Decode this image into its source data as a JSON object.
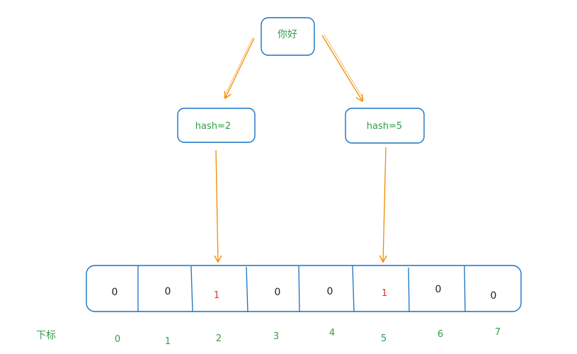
{
  "root": {
    "text": "你好"
  },
  "hashes": [
    {
      "text": "hash=2",
      "target": 2
    },
    {
      "text": "hash=5",
      "target": 5
    }
  ],
  "array": {
    "values": [
      "0",
      "0",
      "1",
      "0",
      "0",
      "1",
      "0",
      "0"
    ],
    "highlight": [
      2,
      5
    ]
  },
  "index_label": "下标",
  "indices": [
    "0",
    "1",
    "2",
    "3",
    "4",
    "5",
    "6",
    "7"
  ],
  "colors": {
    "box_stroke": "#1971c2",
    "arrow": "#f08c00",
    "label_green": "#2f9e44",
    "value_black": "#1e1e1e",
    "value_red": "#e03131"
  }
}
